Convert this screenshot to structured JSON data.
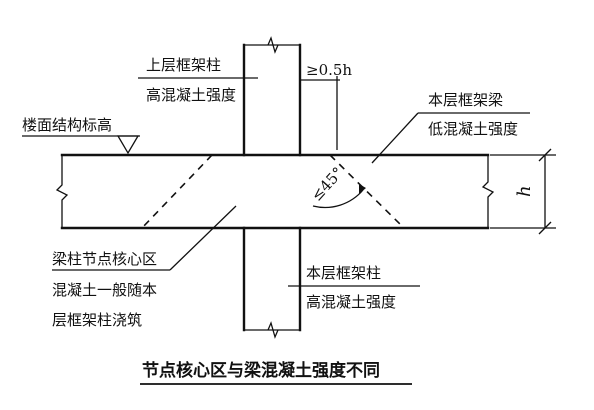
{
  "labels": {
    "upper_column_1": "上层框架柱",
    "upper_column_2": "高混凝土强度",
    "offset_dim": "≥0.5h",
    "floor_elevation": "楼面结构标高",
    "beam_1": "本层框架梁",
    "beam_2": "低混凝土强度",
    "angle": "≤45°",
    "beam_height": "h",
    "core_1": "梁柱节点核心区",
    "core_2": "混凝土一般随本",
    "core_3": "层框架柱浇筑",
    "lower_column_1": "本层框架柱",
    "lower_column_2": "高混凝土强度"
  },
  "title": "节点核心区与梁混凝土强度不同"
}
